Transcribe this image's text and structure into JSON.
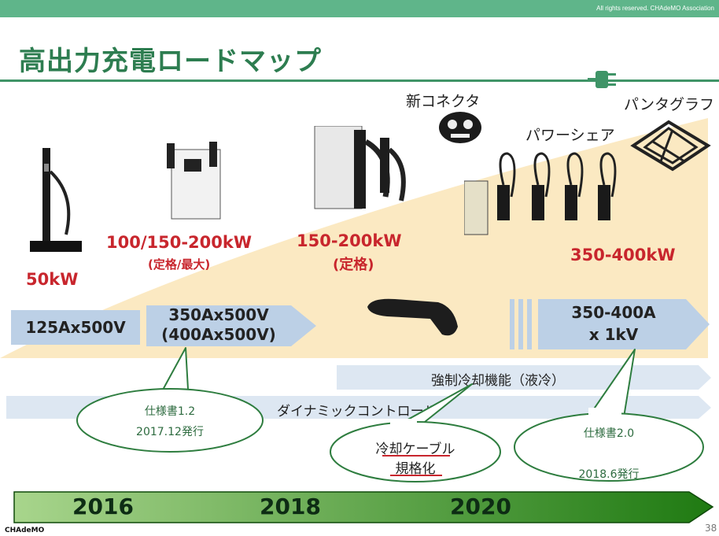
{
  "copyright": "All rights reserved. CHAdeMO Association",
  "title": "高出力充電ロードマップ",
  "products": {
    "connector": "新コネクタ",
    "pantograph": "パンタグラフ",
    "power_share": "パワーシェア"
  },
  "power_labels": {
    "p50": "50kW",
    "p100": "100/150-200kW",
    "p100_note": "(定格/最大)",
    "p150": "150-200kW",
    "p150_note": "(定格)",
    "p350": "350-400kW"
  },
  "spec_arrows": {
    "a125": "125Ax500V",
    "a350_line1": "350Ax500V",
    "a350_line2": "(400Ax500V)",
    "a400_line1": "350-400A",
    "a400_line2": "x  1kV"
  },
  "features": {
    "cooling": "強制冷却機能（液冷）",
    "dynamic": "ダイナミックコントロール"
  },
  "callouts": {
    "spec12_line1": "仕様書1.2",
    "spec12_line2": "2017.12発行",
    "cable_line1": "冷却ケーブル",
    "cable_line2": "規格化",
    "spec20_line1": "仕様書2.0",
    "spec20_line2": "2018.6発行"
  },
  "timeline": {
    "y2016": "2016",
    "y2018": "2018",
    "y2020": "2020"
  },
  "footer": {
    "logo": "CHAdeMO",
    "page": "38"
  },
  "colors": {
    "header": "#5fb58a",
    "title": "#2d7d50",
    "red_text": "#c8262d",
    "wedge": "#fbe9c2",
    "arrow": "#bcd0e6",
    "timeline_start": "#a8d58c",
    "timeline_end": "#1f7a12"
  }
}
